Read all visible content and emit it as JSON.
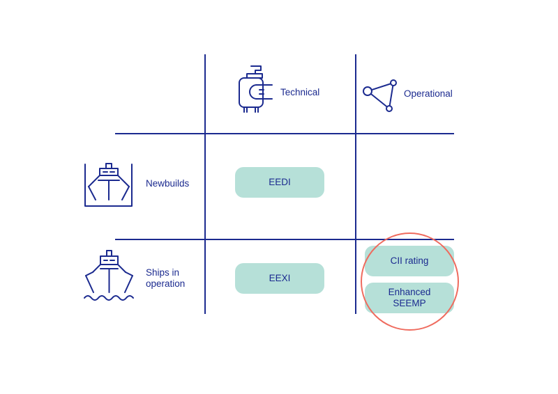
{
  "header": {
    "technical": {
      "label": "Technical",
      "icon": "engine-wrench-icon"
    },
    "operational": {
      "label": "Operational",
      "icon": "node-triangle-icon"
    }
  },
  "rows": {
    "newbuilds": {
      "label": "Newbuilds",
      "icon": "ship-in-dock-icon"
    },
    "in_operation": {
      "label_line1": "Ships in",
      "label_line2": "operation",
      "icon": "ship-on-waves-icon"
    }
  },
  "cells": {
    "newbuilds_technical": "EEDI",
    "operation_technical": "EEXI",
    "operation_operational_1": "CII rating",
    "operation_operational_2_line1": "Enhanced",
    "operation_operational_2_line2": "SEEMP"
  },
  "colors": {
    "ink": "#1b2a8f",
    "pill": "#b6e0d8",
    "highlight": "#ef6b5e"
  }
}
